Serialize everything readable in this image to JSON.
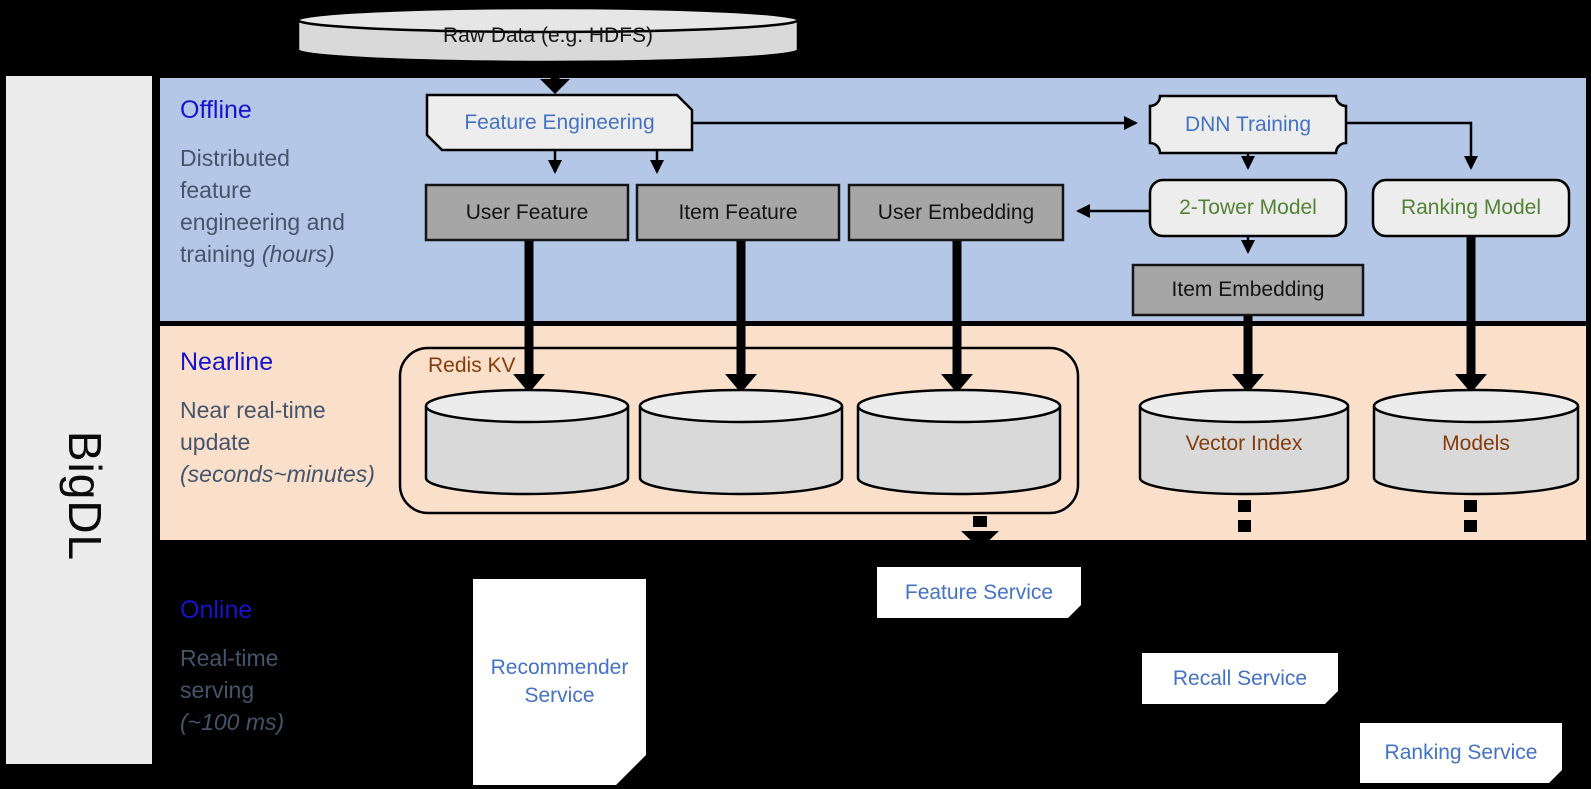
{
  "sidebar": {
    "brand": "BigDL"
  },
  "top": {
    "raw_data": "Raw Data (e.g. HDFS)"
  },
  "sections": {
    "offline": {
      "title": "Offline",
      "line1": "Distributed",
      "line2": "feature",
      "line3": "engineering and",
      "line4_plain": "training ",
      "line4_italic": "(hours)"
    },
    "nearline": {
      "title": "Nearline",
      "line1": "Near real-time",
      "line2": "update",
      "line3_italic": "(seconds~minutes)"
    },
    "online": {
      "title": "Online",
      "line1": "Real-time",
      "line2": "serving",
      "line3_italic": "(~100 ms)"
    }
  },
  "boxes": {
    "feature_engineering": "Feature Engineering",
    "dnn_training": "DNN Training",
    "user_feature": "User Feature",
    "item_feature": "Item Feature",
    "user_embedding": "User Embedding",
    "two_tower_model": "2-Tower Model",
    "ranking_model": "Ranking Model",
    "item_embedding": "Item Embedding"
  },
  "nearline_store": {
    "redis_kv": "Redis KV",
    "vector_index": "Vector Index",
    "models": "Models"
  },
  "services": {
    "recommender": "Recommender Service",
    "feature": "Feature Service",
    "recall": "Recall Service",
    "ranking": "Ranking Service"
  },
  "colors": {
    "band_blue": "#b4c7e7",
    "band_peach": "#fae0cb",
    "section_title_blue": "#1414cc",
    "desc_gray_blue": "#44546a",
    "box_text_blue": "#4472c4",
    "model_green": "#548235",
    "store_brown": "#843c0c",
    "gray_box": "#a6a6a6",
    "light_box": "#ededed"
  }
}
